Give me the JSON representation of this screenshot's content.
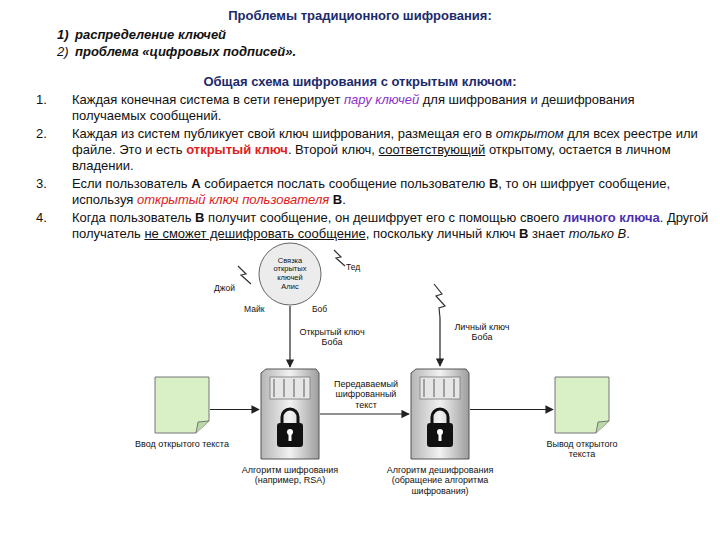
{
  "diagram": {
    "title": "Проблемы традиционного шифрования:",
    "nodes": [
      {
        "text": [
          "Связка открытых ключей Алис"
        ]
      },
      {
        "text": [
          "Алгоритм шифрования (например, RSA)"
        ]
      },
      {
        "text": [
          "Алгоритм дешифрования (обращение алгоритма шифрования)"
        ]
      },
      {
        "text": [
          "Ввод открытого текста"
        ]
      },
      {
        "text": [
          "Вывод открытого текста"
        ]
      }
    ],
    "edges": [
      {
        "from": 0,
        "to": 1,
        "arrow": "to",
        "label": "Открытый ключ Боба"
      },
      {
        "from": 3,
        "to": 1,
        "arrow": "to"
      },
      {
        "from": 1,
        "to": 2,
        "arrow": "to",
        "label": "Передаваемый шифрованный текст"
      },
      {
        "from": 2,
        "to": 4,
        "arrow": "to"
      }
    ],
    "labels": [
      "1)",
      "распределение ключей",
      "2)",
      "проблема «цифровых подписей».",
      "Общая схема шифрования с открытым ключом:",
      "1.",
      "Каждая конечная система в сети генерирует",
      "пару ключей",
      "для шифрования и дешифрования получаемых сообщений.",
      "2.",
      "Каждая из систем публикует свой ключ шифрования, размещая его в",
      "открытом",
      "для всех реестре или файле. Это и есть",
      "открытый ключ",
      ". Второй ключ,",
      "соответствующий",
      "открытому, остается в личном владении.",
      "3.",
      "Если пользователь",
      "А",
      "собирается послать сообщение пользователю",
      "В",
      ", то он шифрует сообщение, используя",
      "открытый ключ пользователя",
      "В",
      ".",
      "4.",
      "Когда пользователь",
      "В",
      "получит сообщение, он дешифрует его с помощью своего",
      "личного ключа",
      ". Другой получатель",
      "не сможет дешифровать сообщение",
      ", поскольку личный ключ",
      "В",
      "знает",
      "только В",
      ".",
      "Джой",
      "Тед",
      "Майк",
      "Боб",
      "Личный ключ Боба"
    ]
  }
}
